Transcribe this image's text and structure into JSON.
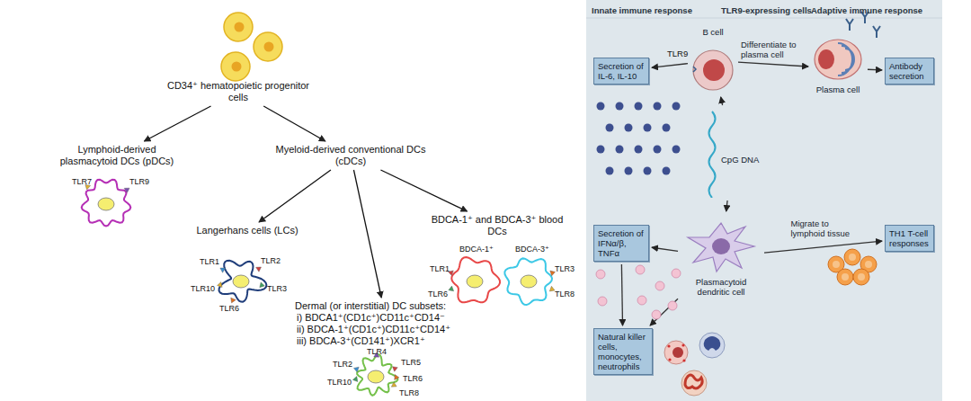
{
  "diagram": {
    "nodes": [
      {
        "text": [
          "CD34⁺ hematopoietic progenitor cells"
        ]
      },
      {
        "text": [
          "Lymphoid-derived plasmacytoid DCs (pDCs)"
        ]
      },
      {
        "text": [
          "Myeloid-derived conventional DCs (cDCs)"
        ]
      },
      {
        "text": [
          "Langerhans cells (LCs)"
        ]
      },
      {
        "text": [
          "Dermal (or interstitial) DC subsets:",
          "i) BDCA1⁺(CD1c⁺)CD11c⁺CD14⁻",
          "ii) BDCA-1⁺(CD1c⁺)CD11c⁺CD14⁺",
          "iii) BDCA-3⁺(CD141⁺)XCR1⁺"
        ]
      },
      {
        "text": [
          "BDCA-1⁺ and BDCA-3⁺ blood DCs"
        ]
      },
      {
        "text": [
          "Innate immune response",
          "TLR9-expressing cells",
          "Adaptive immune response"
        ]
      },
      {
        "text": [
          "Secretion of IL-6, IL-10"
        ],
        "in": 6
      },
      {
        "text": [
          "B cell"
        ],
        "in": 6
      },
      {
        "text": [
          "Plasma cell"
        ],
        "in": 6
      },
      {
        "text": [
          "Antibody secretion"
        ],
        "in": 6
      },
      {
        "text": [
          "CpG DNA"
        ],
        "in": 6
      },
      {
        "text": [
          "Secretion of IFNα/β, TNFα"
        ],
        "in": 6
      },
      {
        "text": [
          "Plasmacytoid dendritic cell"
        ],
        "in": 6
      },
      {
        "text": [
          "TH1 T-cell responses"
        ],
        "in": 6
      },
      {
        "text": [
          "Natural killer cells, monocytes, neutrophils"
        ],
        "in": 6
      }
    ],
    "edges": [
      {
        "from": 0,
        "to": 1,
        "arrow": "to"
      },
      {
        "from": 0,
        "to": 2,
        "arrow": "to"
      },
      {
        "from": 2,
        "to": 3,
        "arrow": "to"
      },
      {
        "from": 2,
        "to": 4,
        "arrow": "to"
      },
      {
        "from": 2,
        "to": 5,
        "arrow": "to"
      },
      {
        "from": 8,
        "to": 7,
        "arrow": "to"
      },
      {
        "from": 8,
        "to": 9,
        "label": "Differentiate to plasma cell",
        "arrow": "to"
      },
      {
        "from": 9,
        "to": 10,
        "arrow": "to"
      },
      {
        "from": 11,
        "to": 8,
        "arrow": "to"
      },
      {
        "from": 11,
        "to": 13,
        "arrow": "to"
      },
      {
        "from": 13,
        "to": 12,
        "arrow": "to"
      },
      {
        "from": 13,
        "to": 14,
        "label": "Migrate to lymphoid tissue",
        "arrow": "to"
      },
      {
        "from": 12,
        "to": 15,
        "arrow": "to"
      },
      {
        "from": 13,
        "to": 15,
        "arrow": "to"
      }
    ],
    "labels": [
      "TLR7",
      "TLR9",
      "TLR1",
      "TLR2",
      "TLR3",
      "TLR6",
      "TLR10",
      "BDCA-1⁺",
      "BDCA-3⁺",
      "TLR1",
      "TLR6",
      "TLR3",
      "TLR8",
      "TLR4",
      "TLR2",
      "TLR5",
      "TLR10",
      "TLR6",
      "TLR8",
      "TLR9"
    ]
  }
}
